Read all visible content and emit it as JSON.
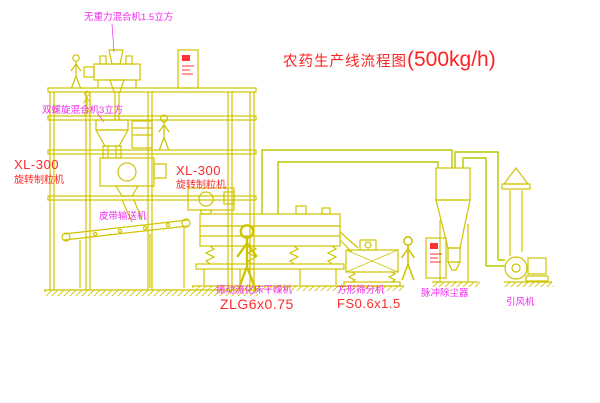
{
  "title": {
    "cn": "农药生产线流程图",
    "capacity": "(500kg/h)"
  },
  "labels": {
    "horizontal_mixer": "无重力混合机1.5立方",
    "screw_mixer": "双螺旋混合机3立方",
    "granulator_left_model": "XL-300",
    "granulator_left_name": "旋转制粒机",
    "granulator_mid_model": "XL-300",
    "granulator_mid_name": "旋转制粒机",
    "belt_conveyor": "皮带输送机",
    "dryer_name": "振动流化床干燥机",
    "dryer_model": "ZLG6x0.75",
    "sieve_name": "方形筛分机",
    "sieve_model": "FS0.6x1.5",
    "dust_collector": "脉冲除尘器",
    "fan": "引风机"
  },
  "colors": {
    "line_yellow": "#cfc400",
    "duct_green": "#b7c700",
    "text_red": "#ff2a2a",
    "text_magenta": "#f22af2"
  }
}
